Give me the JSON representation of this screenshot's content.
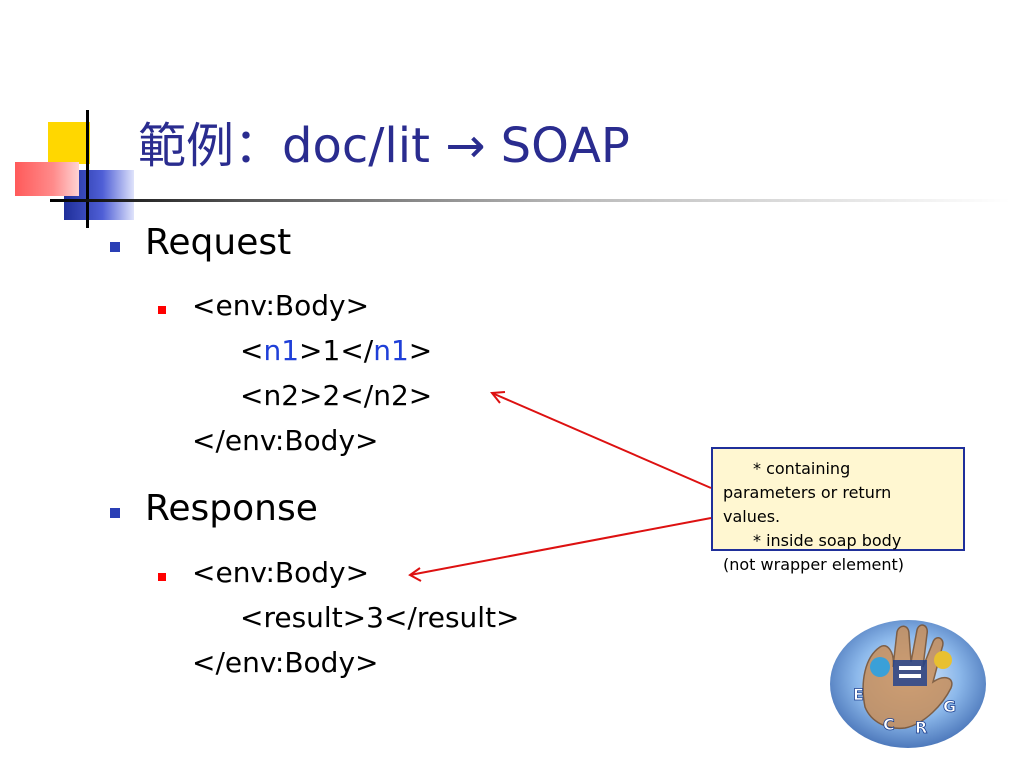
{
  "title": {
    "cn": "範例",
    "sep": "：",
    "main": "doc/lit",
    "arrow": "→",
    "tail": "SOAP"
  },
  "request": {
    "label": "Request",
    "lines": {
      "open": "<env:Body>",
      "n1_open_a": "<",
      "n1_open_b": "n1",
      "n1_open_c": ">",
      "n1_val": "1",
      "n1_close_a": "</",
      "n1_close_b": "n1",
      "n1_close_c": ">",
      "n2_line": "<n2>2</n2>",
      "close": "</env:Body>"
    }
  },
  "response": {
    "label": "Response",
    "lines": {
      "open": "<env:Body>",
      "result": "<result>3</result>",
      "close": "</env:Body>"
    }
  },
  "note": {
    "l1": "* containing",
    "l2": "parameters or return",
    "l3": "values.",
    "l4": "* inside soap body",
    "l5": "(not wrapper element)"
  },
  "colors": {
    "title": "#2a2c8f",
    "bullet_blue": "#2a3fb5",
    "bullet_red": "#ff0000",
    "highlight": "#1f3fd8",
    "note_bg": "#fff7d1",
    "note_border": "#1f2f9a",
    "arrow": "#dd1111"
  },
  "logo": {
    "letters": [
      "E",
      "C",
      "R",
      "G"
    ]
  }
}
